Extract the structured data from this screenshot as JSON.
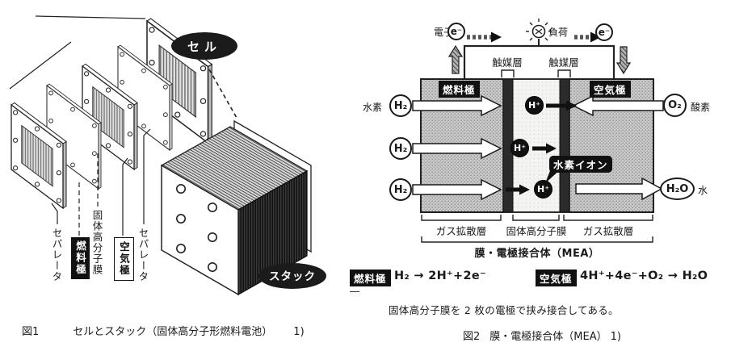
{
  "colors": {
    "ink": "#1a1a1a",
    "label_bg": "#111111",
    "electrode_gray": "#cbcbcb",
    "catalyst_dark": "#2a2a2a"
  },
  "fig1": {
    "caption_prefix": "図1",
    "caption_text": "セルとスタック（固体高分子形燃料電池）",
    "caption_ref": "1)",
    "cell_badge": "セル",
    "stack_badge": "スタック",
    "labels": {
      "separator_left": "セパレータ",
      "fuel_electrode": "燃料極",
      "membrane": "固体高分子膜",
      "air_electrode": "空気極",
      "separator_right": "セパレータ"
    }
  },
  "fig2": {
    "caption_prefix": "図2",
    "caption_text": "膜・電極接合体（MEA）",
    "caption_ref": "1)",
    "note": "固体高分子膜を 2 枚の電極で挟み接合してある。",
    "footnote_mark": "―",
    "circuit": {
      "electron_label": "電子",
      "electron_symbol": "e⁻",
      "load_label": "負荷"
    },
    "electrodes": {
      "fuel": "燃料極",
      "air": "空気極"
    },
    "catalyst_label": "触媒層",
    "bottom_layers": {
      "gas_diffusion_left": "ガス拡散層",
      "membrane": "固体高分子膜",
      "gas_diffusion_right": "ガス拡散層",
      "mea": "膜・電極接合体（MEA）"
    },
    "species": {
      "hydrogen_label": "水素",
      "h2": "H₂",
      "proton": "H⁺",
      "hydrogen_ion_label": "水素イオン",
      "oxygen_label": "酸素",
      "o2": "O₂",
      "water_label": "水",
      "h2o": "H₂O"
    },
    "equations": {
      "anode_label": "燃料極",
      "anode": "H₂ → 2H⁺+2e⁻",
      "cathode_label": "空気極",
      "cathode": "4H⁺+4e⁻+O₂ → H₂O"
    }
  }
}
